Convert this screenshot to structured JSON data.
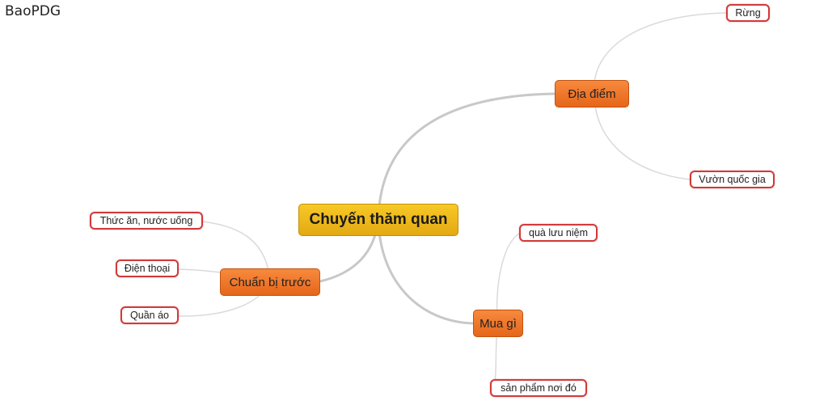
{
  "author": "BaoPDG",
  "mindmap": {
    "root": "Chuyến thăm quan",
    "branches": {
      "dia_diem": {
        "label": "Địa điểm",
        "children": [
          "Rừng",
          "Vườn quốc gia"
        ]
      },
      "mua_gi": {
        "label": "Mua gì",
        "children": [
          "quà lưu niệm",
          "sản phẩm nơi đó"
        ]
      },
      "chuan_bi": {
        "label": "Chuẩn bị trước",
        "children": [
          "Thức ăn, nước uống",
          "Điện thoại",
          "Quần áo"
        ]
      }
    }
  },
  "colors": {
    "root_fill": "#f3c21f",
    "branch_fill": "#ee7628",
    "leaf_border": "#d13a3a",
    "connector": "#c8c8c8"
  }
}
